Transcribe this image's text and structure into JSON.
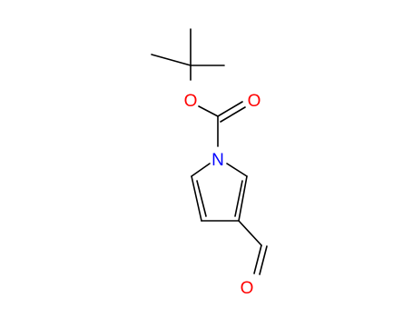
{
  "diagram": {
    "type": "chemical-structure",
    "atoms": {
      "ester_oxygen": {
        "label": "O",
        "color": "#ff0000"
      },
      "carbonyl_oxygen": {
        "label": "O",
        "color": "#ff0000"
      },
      "ring_nitrogen": {
        "label": "N",
        "color": "#0000ff"
      },
      "aldehyde_oxygen": {
        "label": "O",
        "color": "#ff0000"
      }
    },
    "bond_color": "#000000"
  }
}
